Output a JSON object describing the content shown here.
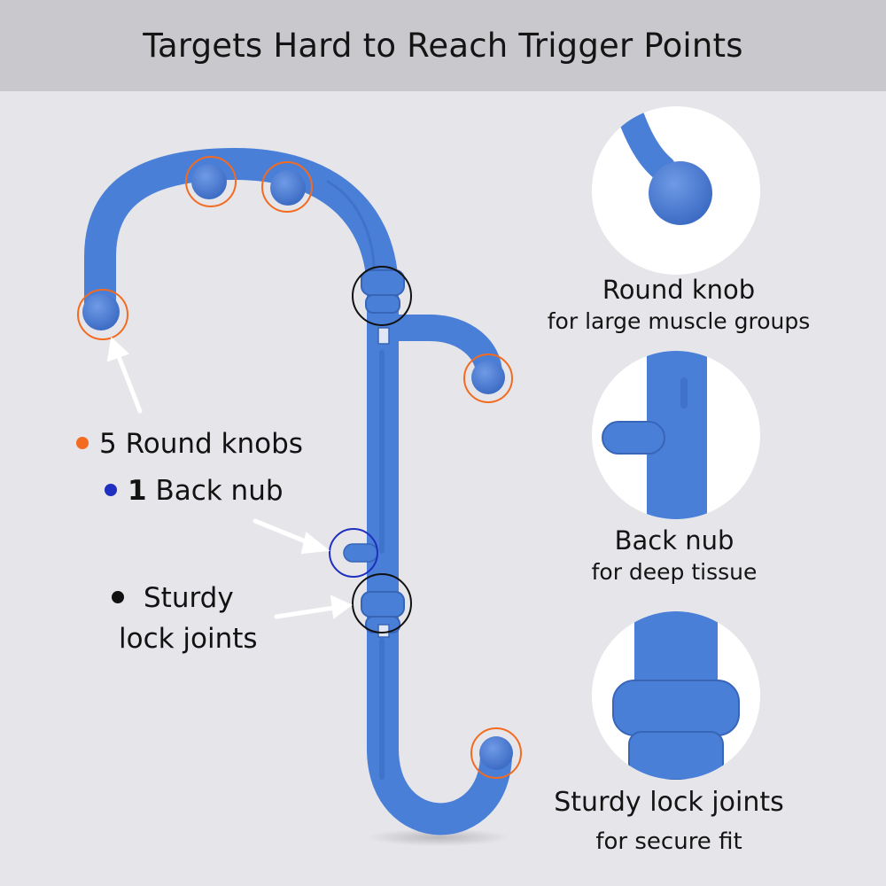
{
  "header": {
    "title": "Targets Hard to Reach Trigger Points"
  },
  "legend": {
    "knobs": {
      "count": "5",
      "text": "Round knobs"
    },
    "nub": {
      "count": "1",
      "text": "Back nub"
    },
    "joints": {
      "line1": "Sturdy",
      "line2": "lock joints"
    }
  },
  "callouts": [
    {
      "title": "Round knob",
      "subtitle": "for large muscle groups"
    },
    {
      "title": "Back nub",
      "subtitle": "for deep tissue"
    },
    {
      "title": "Sturdy lock joints",
      "subtitle": "for secure fit"
    }
  ],
  "colors": {
    "product_blue": "#4a7fd8",
    "knob_marker": "#f26b21",
    "nub_marker": "#1f2fbf",
    "joint_marker": "#111111",
    "header_bg": "#c9c9cd",
    "page_bg": "#e6e6ea"
  }
}
